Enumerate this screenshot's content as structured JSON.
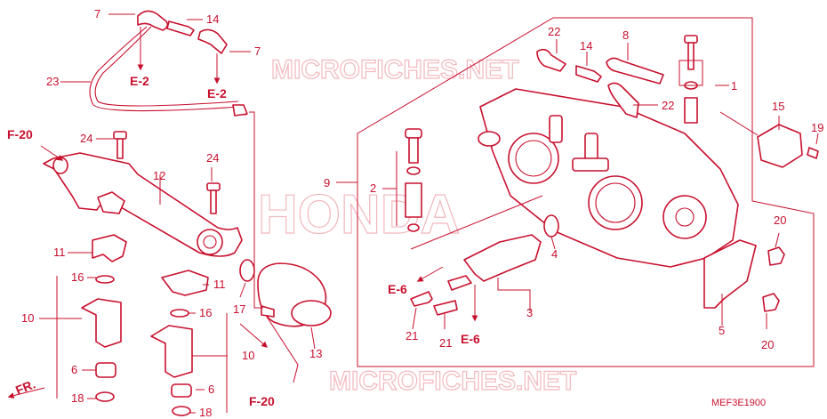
{
  "watermarks": {
    "top": "MICROFICHES.NET",
    "center": "HONDA",
    "bottom": "MICROFICHES.NET"
  },
  "diagram_code": "MEF3E1900",
  "front_marker": "FR.",
  "part_labels": {
    "p1": "1",
    "p2": "2",
    "p3": "3",
    "p4": "4",
    "p5": "5",
    "p6": "6",
    "p6b": "6",
    "p7a": "7",
    "p7b": "7",
    "p8": "8",
    "p9": "9",
    "p10a": "10",
    "p10b": "10",
    "p11a": "11",
    "p11b": "11",
    "p12": "12",
    "p13": "13",
    "p14a": "14",
    "p14b": "14",
    "p15": "15",
    "p16a": "16",
    "p16b": "16",
    "p17": "17",
    "p18a": "18",
    "p18b": "18",
    "p19": "19",
    "p20a": "20",
    "p20b": "20",
    "p21a": "21",
    "p21b": "21",
    "p22a": "22",
    "p22b": "22",
    "p23": "23",
    "p24a": "24",
    "p24b": "24"
  },
  "ref_labels": {
    "e2a": "E-2",
    "e2b": "E-2",
    "f20a": "F-20",
    "f20b": "F-20",
    "e6a": "E-6",
    "e6b": "E-6"
  },
  "colors": {
    "line": "#c8102e",
    "watermark": "#f2b8be",
    "background": "#ffffff"
  }
}
